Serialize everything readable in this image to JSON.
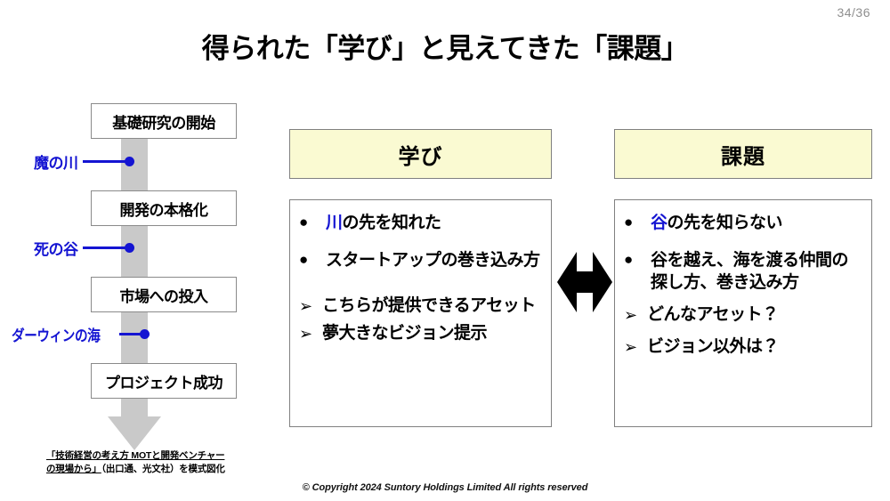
{
  "slide": {
    "page_number": "34/36",
    "title": "得られた「学び」と見えてきた「課題」",
    "copyright": "© Copyright 2024 Suntory Holdings Limited All rights reserved"
  },
  "flow": {
    "stages": [
      {
        "label": "基礎研究の開始"
      },
      {
        "label": "開発の本格化"
      },
      {
        "label": "市場への投入"
      },
      {
        "label": "プロジェクト成功"
      }
    ],
    "gaps": [
      {
        "label": "魔の川"
      },
      {
        "label": "死の谷"
      },
      {
        "label": "ダーウィンの海"
      }
    ],
    "source_line_1": "「技術経営の考え方 MOTと開発ベンチャー",
    "source_line_2": "の現場から」",
    "source_line_3": "（出口通、光文社）を模式図化",
    "accent_color": "#1414d2",
    "band_color": "#c9c9c9"
  },
  "panels": {
    "learn": {
      "heading": "学び",
      "items": [
        {
          "marker": "●",
          "highlight": "川",
          "rest": "の先を知れた"
        },
        {
          "marker": "●",
          "highlight": "",
          "rest": "スタートアップの巻き込み方"
        },
        {
          "marker": "➢",
          "highlight": "",
          "rest": "こちらが提供できるアセット"
        },
        {
          "marker": "➢",
          "highlight": "",
          "rest": "夢大きなビジョン提示"
        }
      ]
    },
    "issue": {
      "heading": "課題",
      "items": [
        {
          "marker": "●",
          "highlight": "谷",
          "rest": "の先を知らない"
        },
        {
          "marker": "●",
          "highlight": "",
          "rest": "谷を越え、海を渡る仲間の探し方、巻き込み方"
        },
        {
          "marker": "➢",
          "highlight": "",
          "rest": "どんなアセット？"
        },
        {
          "marker": "➢",
          "highlight": "",
          "rest": "ビジョン以外は？"
        }
      ]
    },
    "relation_icon": "double-headed-arrow",
    "header_bg": "#fafad2",
    "border_color": "#808080"
  }
}
